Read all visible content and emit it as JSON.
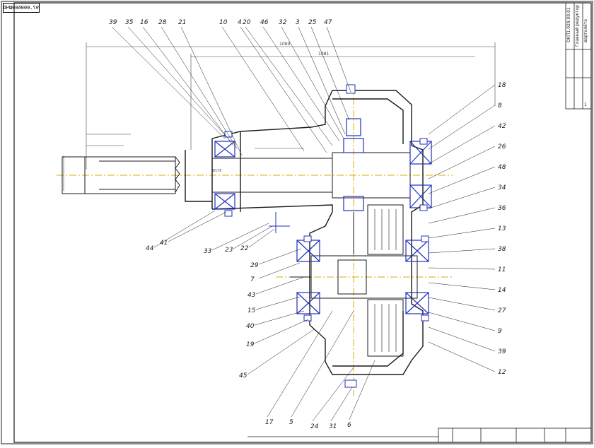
{
  "sheet": {
    "doc_code": "97.000600ШЧО",
    "title_lines": [
      "ОКП1.029.00.01",
      "Главный редуктор",
      "вертолёта"
    ],
    "sheet_number": "1"
  },
  "callouts_top": [
    "39",
    "35",
    "16",
    "28",
    "21",
    "10",
    "4",
    "20",
    "46",
    "32",
    "3",
    "25",
    "47"
  ],
  "callouts_right": [
    "18",
    "8",
    "42",
    "26",
    "48",
    "34",
    "36",
    "13",
    "38",
    "11",
    "14",
    "27",
    "9",
    "39",
    "12"
  ],
  "callouts_left": [
    "44",
    "41",
    "33",
    "23",
    "22",
    "29",
    "7",
    "43",
    "15",
    "40",
    "19",
    "45"
  ],
  "callouts_bottom": [
    "17",
    "5",
    "24",
    "31",
    "6"
  ],
  "dimensions": {
    "overall": "1089",
    "upper": "1081",
    "shaft": "Ø175"
  },
  "colors": {
    "line": "#1a1a1a",
    "part": "#1f2fbf",
    "axis": "#d6b000",
    "dim": "#444444"
  }
}
